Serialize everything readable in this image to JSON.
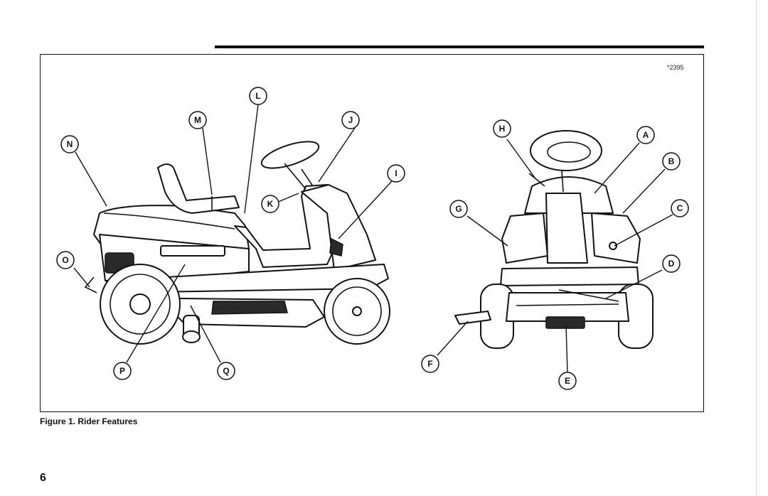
{
  "figure": {
    "code": "*2395",
    "caption": "Figure 1. Rider Features"
  },
  "page": {
    "number": "6"
  },
  "callouts": {
    "A": "A",
    "B": "B",
    "C": "C",
    "D": "D",
    "E": "E",
    "F": "F",
    "G": "G",
    "H": "H",
    "I": "I",
    "J": "J",
    "K": "K",
    "L": "L",
    "M": "M",
    "N": "N",
    "O": "O",
    "P": "P",
    "Q": "Q"
  }
}
